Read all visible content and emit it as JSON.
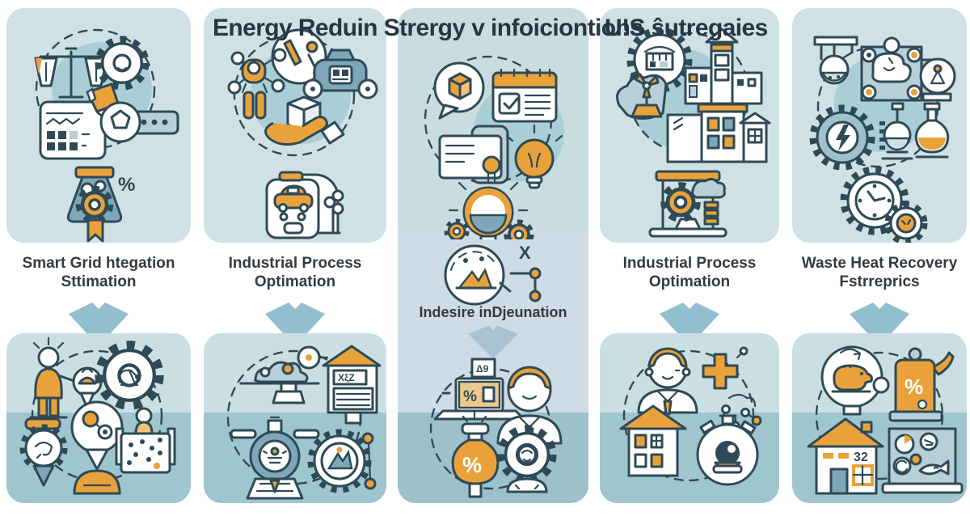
{
  "header": {
    "title_left": "Energy Reduin Strergy v infoiciontions",
    "title_right": "U!S ŝutregaies"
  },
  "columns": [
    {
      "id": "smart-grid",
      "label_line1": "Smart Grid htegation",
      "label_line2": "Sttimation",
      "top_icons": [
        "balance-scale-icon",
        "gear-icon",
        "report-notepad-icon",
        "badge-ellipsis-icon",
        "flask-gear-percent-icon"
      ],
      "bottom_icons": [
        "person-idea-icon",
        "hat-pin-icon",
        "robot-arm-gear-icon",
        "award-ribbon-icon",
        "person-pin-icon",
        "dot-board-icon"
      ]
    },
    {
      "id": "industrial-process-1",
      "label_line1": "Industrial Process",
      "label_line2": "Optimation",
      "top_icons": [
        "tools-circle-icon",
        "molecule-person-icon",
        "money-bag-icon",
        "hand-box-icon",
        "ev-charging-station-icon"
      ],
      "bottom_icons": [
        "cloud-machine-icon",
        "factory-garage-icon",
        "press-gauge-icon",
        "mountain-watch-icon"
      ]
    },
    {
      "id": "indesire",
      "label": "Indesire inDjeunation",
      "top_icons": [
        "cube-speech-bubble-icon",
        "calendar-check-icon",
        "certificate-icon",
        "lightbulb-icon",
        "bulb-gears-icon",
        "magnifier-mountain-icon",
        "axis-x-icon"
      ],
      "bottom_icons": [
        "percent-laptop-icon",
        "person-icon",
        "percent-flask-icon",
        "gear-person-icon"
      ]
    },
    {
      "id": "industrial-process-2",
      "label_line1": "Industrial Process",
      "label_line2": "Optimation",
      "top_icons": [
        "gear-storefront-icon",
        "tower-building-icon",
        "wind-turbine-icon",
        "house-icon",
        "presentation-gear-icon"
      ],
      "bottom_icons": [
        "person-icon",
        "medical-cross-icon",
        "molecule-icon",
        "house-icon",
        "stopwatch-camera-icon"
      ]
    },
    {
      "id": "waste-heat",
      "label_line1": "Waste Heat Recovery",
      "label_line2": "Fstrreprics",
      "top_icons": [
        "lab-stand-flask-icon",
        "machine-icon",
        "lightning-gear-icon",
        "flasks-icon",
        "gear-clock-icon"
      ],
      "bottom_icons": [
        "piggy-bank-icon",
        "percent-jug-icon",
        "house-32-icon",
        "aquarium-panel-icon"
      ]
    }
  ],
  "glyphs": {
    "percent": "%",
    "laptop_tag": "Δ9",
    "building_tag": "XξZ",
    "house_number": "32",
    "axis_x": "X"
  },
  "colors": {
    "accent_orange": "#e9a23b",
    "card_blue": "#cfe1e4",
    "card_blue_mid": "#cfdce6",
    "card_teal_dark": "#9fc5cf",
    "arrow_blue": "#92bfce",
    "outline_dark": "#2e4a56",
    "blob_teal": "#a9ced6",
    "title_text": "#263741",
    "label_text": "#333a40"
  }
}
